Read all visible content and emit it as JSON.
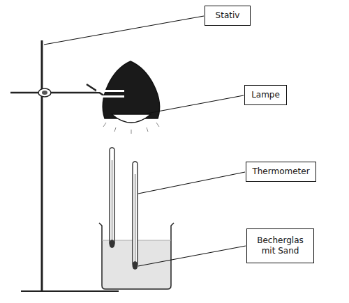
{
  "diagram": {
    "nodes": [
      {
        "text": [
          "Stativ"
        ]
      },
      {
        "text": [
          "Lampe"
        ]
      },
      {
        "text": [
          "Thermometer"
        ]
      },
      {
        "text": [
          "Becherglas mit Sand"
        ]
      }
    ]
  }
}
